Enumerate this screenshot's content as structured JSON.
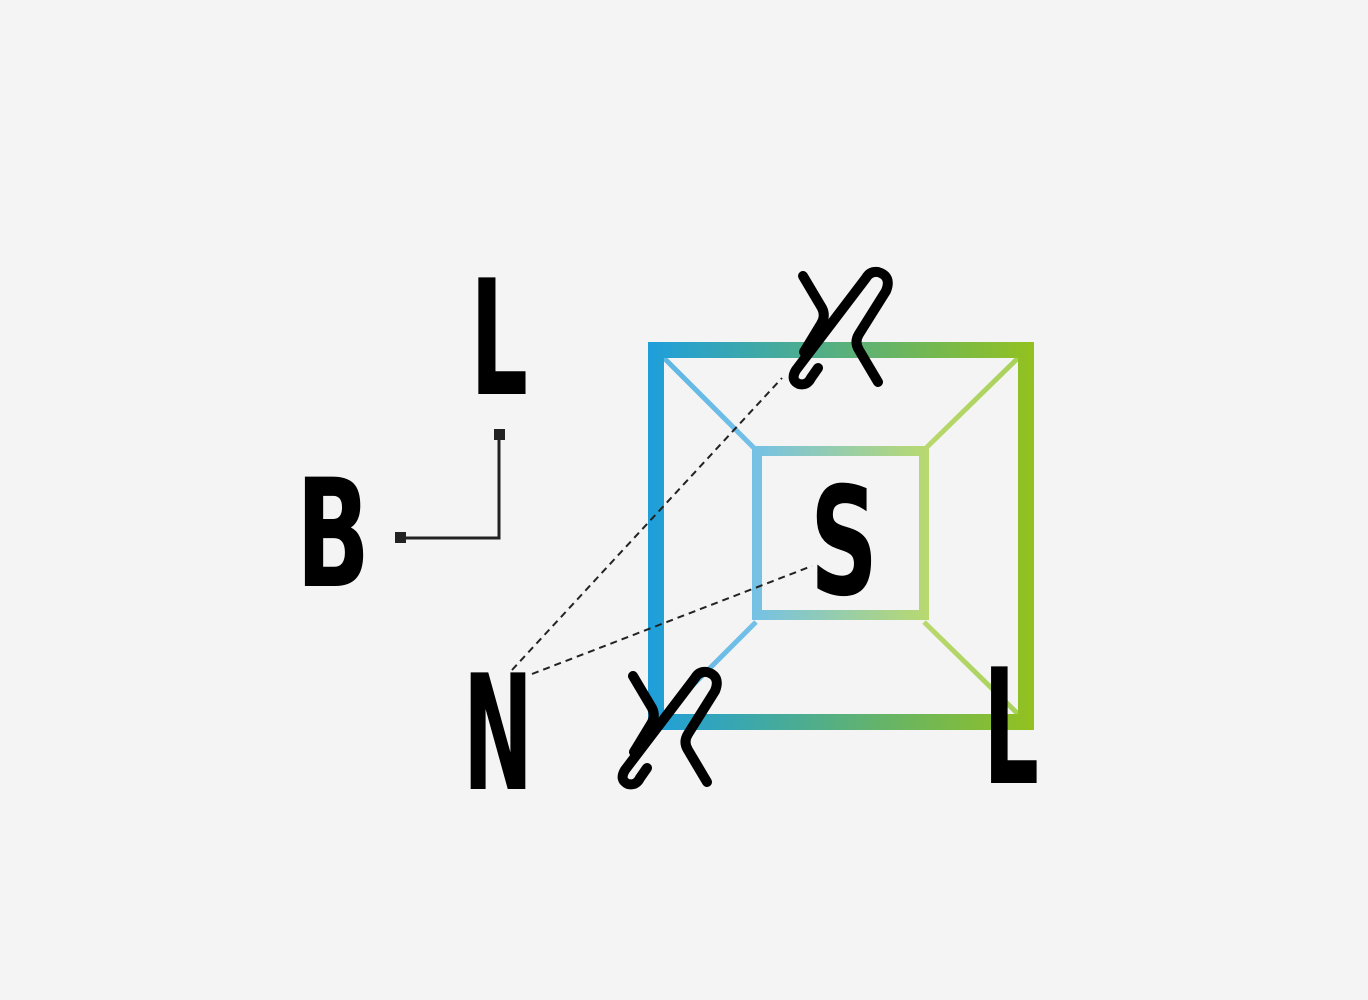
{
  "letters": {
    "b": "B",
    "l_top": "L",
    "n": "N",
    "s": "S",
    "l_bottom": "L"
  },
  "colors": {
    "background": "#f4f4f4",
    "ink": "#000000",
    "gradient_start": "#1e9fdc",
    "gradient_end": "#93c11f",
    "inner_gradient_start": "#74c1e8",
    "inner_gradient_end": "#b9d96e"
  }
}
